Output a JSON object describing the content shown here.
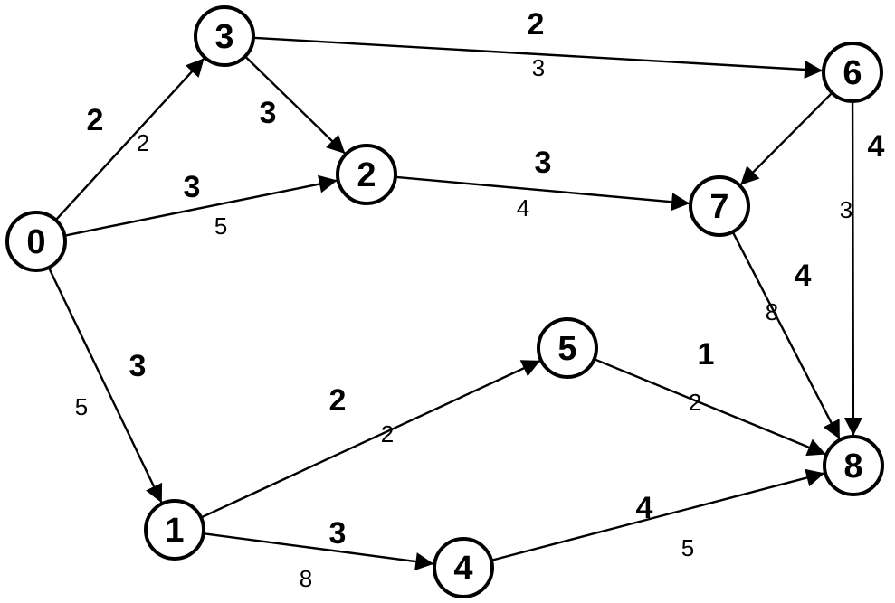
{
  "graph": {
    "nodes": [
      {
        "id": "0",
        "label": "0"
      },
      {
        "id": "1",
        "label": "1"
      },
      {
        "id": "2",
        "label": "2"
      },
      {
        "id": "3",
        "label": "3"
      },
      {
        "id": "4",
        "label": "4"
      },
      {
        "id": "5",
        "label": "5"
      },
      {
        "id": "6",
        "label": "6"
      },
      {
        "id": "7",
        "label": "7"
      },
      {
        "id": "8",
        "label": "8"
      }
    ],
    "edges": [
      {
        "from": "0",
        "to": "3",
        "bold": "2",
        "plain": "2"
      },
      {
        "from": "0",
        "to": "2",
        "bold": "3",
        "plain": "5"
      },
      {
        "from": "0",
        "to": "1",
        "bold": "3",
        "plain": "5"
      },
      {
        "from": "3",
        "to": "2",
        "bold": "3",
        "plain": ""
      },
      {
        "from": "3",
        "to": "6",
        "bold": "2",
        "plain": "3"
      },
      {
        "from": "2",
        "to": "7",
        "bold": "3",
        "plain": "4"
      },
      {
        "from": "6",
        "to": "7",
        "bold": "",
        "plain": ""
      },
      {
        "from": "6",
        "to": "8",
        "bold": "4",
        "plain": "3"
      },
      {
        "from": "7",
        "to": "8",
        "bold": "4",
        "plain": "8"
      },
      {
        "from": "1",
        "to": "5",
        "bold": "2",
        "plain": "2"
      },
      {
        "from": "1",
        "to": "4",
        "bold": "3",
        "plain": "8"
      },
      {
        "from": "5",
        "to": "8",
        "bold": "1",
        "plain": "2"
      },
      {
        "from": "4",
        "to": "8",
        "bold": "4",
        "plain": "5"
      }
    ]
  }
}
